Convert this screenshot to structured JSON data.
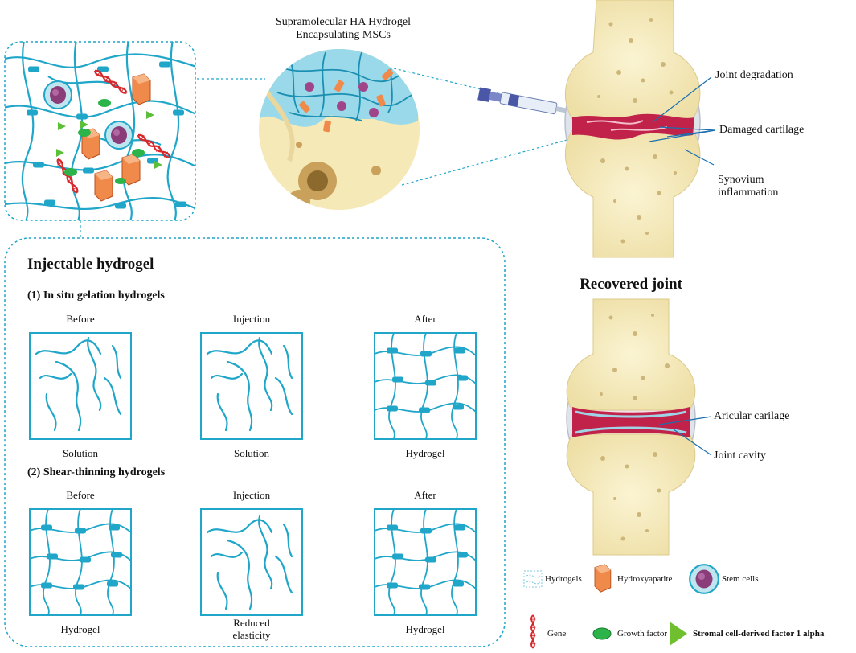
{
  "top_title": {
    "line1": "Supramolecular HA Hydrogel",
    "line2": "Encapsulating MSCs"
  },
  "annotations": {
    "joint_degradation": "Joint degradation",
    "damaged_cartilage": "Damaged cartilage",
    "synovium_line1": "Synovium",
    "synovium_line2": "inflammation",
    "recovered_joint": "Recovered joint",
    "aricular_carilage": "Aricular carilage",
    "joint_cavity": "Joint cavity"
  },
  "panel": {
    "title": "Injectable hydrogel",
    "section1": {
      "heading": "(1) In situ gelation hydrogels",
      "boxes": [
        {
          "top": "Before",
          "bottom": "Solution"
        },
        {
          "top": "Injection",
          "bottom": "Solution"
        },
        {
          "top": "After",
          "bottom": "Hydrogel"
        }
      ]
    },
    "section2": {
      "heading": "(2) Shear-thinning hydrogels",
      "boxes": [
        {
          "top": "Before",
          "bottom": "Hydrogel"
        },
        {
          "top": "Injection",
          "bottom_line1": "Reduced",
          "bottom_line2": "elasticity"
        },
        {
          "top": "After",
          "bottom": "Hydrogel"
        }
      ]
    }
  },
  "legend": {
    "hydrogels": "Hydrogels",
    "hydroxyapatite": "Hydroxyapatite",
    "stem_cells": "Stem cells",
    "gene": "Gene",
    "growth_factor": "Growth factor",
    "sdf": "Stromal cell-derived factor 1 alpha"
  },
  "colors": {
    "hydrogel_blue": "#1fa6c9",
    "bone": "#f6ecc0",
    "cartilage_red": "#c1224a",
    "growth_green": "#2cb34a",
    "hydroxyapatite_orange": "#f08a4b",
    "stem_cell_purple": "#8b3d7a"
  }
}
